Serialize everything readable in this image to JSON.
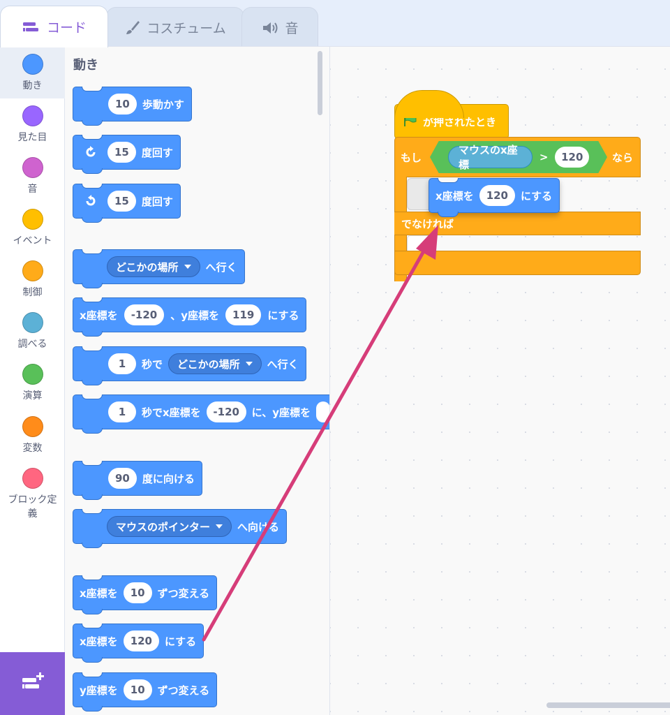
{
  "tabs": [
    {
      "label": "コード",
      "icon": "code-icon",
      "active": true
    },
    {
      "label": "コスチューム",
      "icon": "brush-icon",
      "active": false
    },
    {
      "label": "音",
      "icon": "speaker-icon",
      "active": false
    }
  ],
  "categories": [
    {
      "label": "動き",
      "color": "#4c97ff"
    },
    {
      "label": "見た目",
      "color": "#9966ff"
    },
    {
      "label": "音",
      "color": "#cf63cf"
    },
    {
      "label": "イベント",
      "color": "#ffbf00"
    },
    {
      "label": "制御",
      "color": "#ffab19"
    },
    {
      "label": "調べる",
      "color": "#5cb1d6"
    },
    {
      "label": "演算",
      "color": "#59c059"
    },
    {
      "label": "変数",
      "color": "#ff8c1a"
    },
    {
      "label": "ブロック定義",
      "color": "#ff6680"
    }
  ],
  "palette": {
    "title": "動き",
    "move": {
      "value": "10",
      "text": "歩動かす"
    },
    "turn_right": {
      "value": "15",
      "text": "度回す"
    },
    "turn_left": {
      "value": "15",
      "text": "度回す"
    },
    "goto": {
      "dropdown": "どこかの場所",
      "text": "へ行く"
    },
    "goto_xy": {
      "a": "x座標を",
      "x": "-120",
      "b": "、y座標を",
      "y": "119",
      "c": "にする"
    },
    "glide": {
      "secs": "1",
      "a": "秒で",
      "dropdown": "どこかの場所",
      "b": "へ行く"
    },
    "glide_xy": {
      "secs": "1",
      "a": "秒でx座標を",
      "x": "-120",
      "b": "に、y座標を"
    },
    "point_dir": {
      "value": "90",
      "text": "度に向ける"
    },
    "point_towards": {
      "dropdown": "マウスのポインター",
      "text": "へ向ける"
    },
    "change_x": {
      "a": "x座標を",
      "value": "10",
      "b": "ずつ変える"
    },
    "set_x": {
      "a": "x座標を",
      "value": "120",
      "b": "にする"
    },
    "change_y": {
      "a": "y座標を",
      "value": "10",
      "b": "ずつ変える"
    }
  },
  "script": {
    "hat": "が押されたとき",
    "if_label": "もし",
    "then_label": "なら",
    "sensing": "マウスのx座標",
    "operator": ">",
    "compare_value": "120",
    "else_label": "でなければ",
    "dragging": {
      "a": "x座標を",
      "value": "120",
      "b": "にする"
    }
  },
  "annotation_color": "#d63d79"
}
